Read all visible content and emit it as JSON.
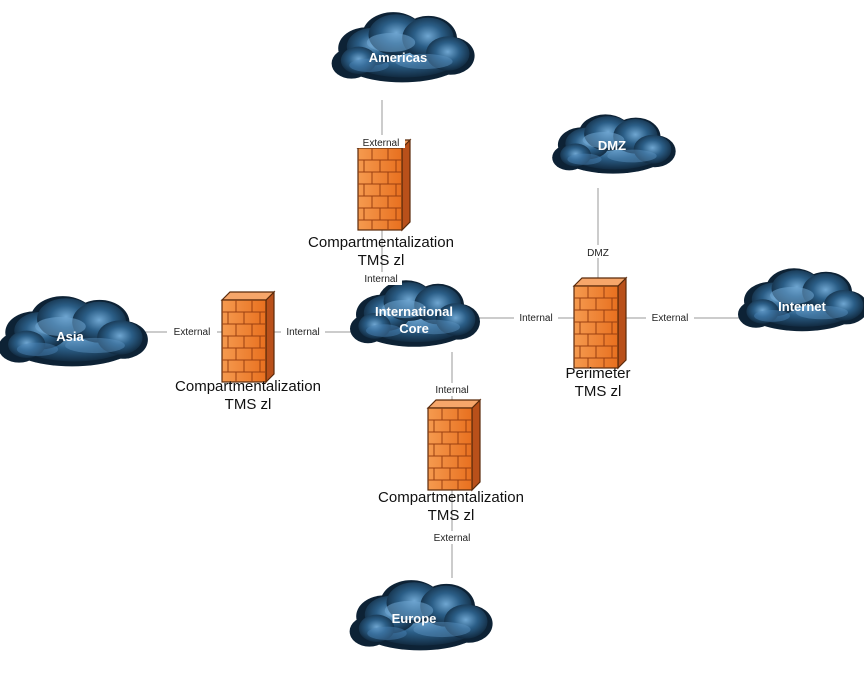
{
  "colors": {
    "cloud_dark": "#0d2235",
    "cloud_mid": "#2b5e87",
    "cloud_light": "#6fa6d1",
    "firewall_orange": "#f07a2a",
    "firewall_dark": "#b9501a",
    "link_line": "#9a9a9a"
  },
  "clouds": {
    "americas": "Americas",
    "dmz": "DMZ",
    "asia": "Asia",
    "core_line1": "International",
    "core_line2": "Core",
    "internet": "Internet",
    "europe": "Europe"
  },
  "firewalls": {
    "north": {
      "line1": "Compartmentalization",
      "line2": "TMS zl"
    },
    "west": {
      "line1": "Compartmentalization",
      "line2": "TMS zl"
    },
    "south": {
      "line1": "Compartmentalization",
      "line2": "TMS zl"
    },
    "perimeter": {
      "line1": "Perimeter",
      "line2": "TMS zl"
    }
  },
  "links": {
    "americas_external": "External",
    "north_internal": "Internal",
    "asia_external": "External",
    "west_internal": "Internal",
    "core_perimeter_internal": "Internal",
    "perimeter_internet_external": "External",
    "dmz_link": "DMZ",
    "south_internal": "Internal",
    "europe_external": "External"
  }
}
